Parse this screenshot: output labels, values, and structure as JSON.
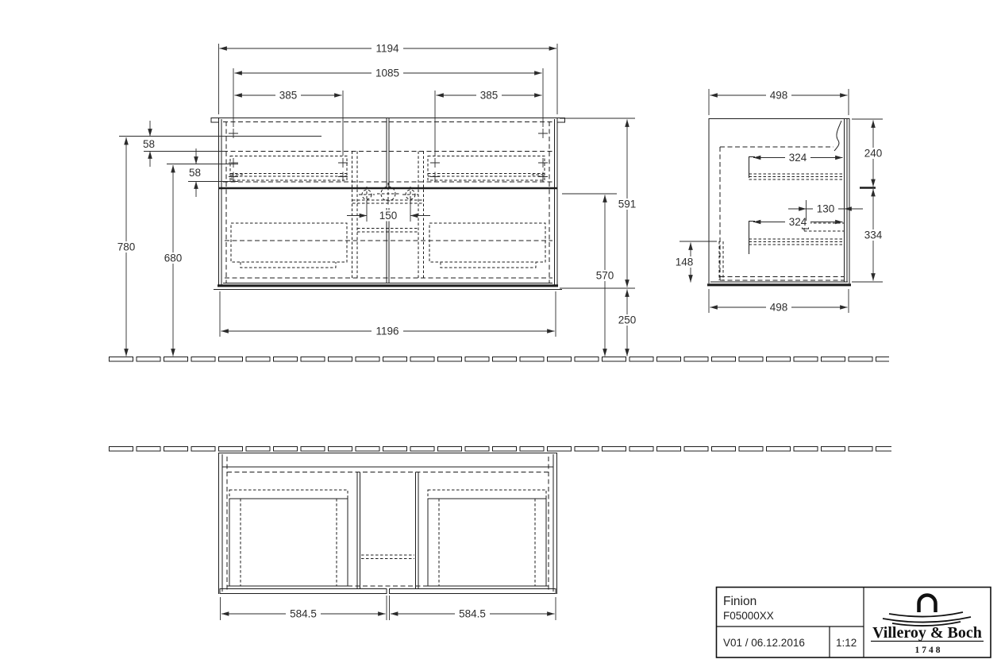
{
  "title_block": {
    "product_line": "Finion",
    "article_number": "F05000XX",
    "revision_date": "V01 / 06.12.2016",
    "scale": "1:12",
    "brand_name": "Villeroy & Boch",
    "brand_founding_year": "1748"
  },
  "dims": {
    "front_total_width": "1194",
    "front_inner_width": "1085",
    "front_drawer_width_left": "385",
    "front_drawer_width_right": "385",
    "front_top_offset": "58",
    "front_second_offset": "58",
    "front_height_floor": "780",
    "front_height_inner": "680",
    "front_tap_hole_spacing": "150",
    "front_cabinet_height": "591",
    "front_underside_height": "570",
    "front_floor_clearance": "250",
    "front_bottom_width": "1196",
    "side_depth_top": "498",
    "side_drawer_depth_upper": "324",
    "side_upper_height": "240",
    "side_inner_clearance": "130",
    "side_lower_height": "334",
    "side_drawer_depth_lower": "324",
    "side_recess_height": "148",
    "side_depth_bottom": "498",
    "plan_front_width_left": "584.5",
    "plan_front_width_right": "584.5"
  }
}
